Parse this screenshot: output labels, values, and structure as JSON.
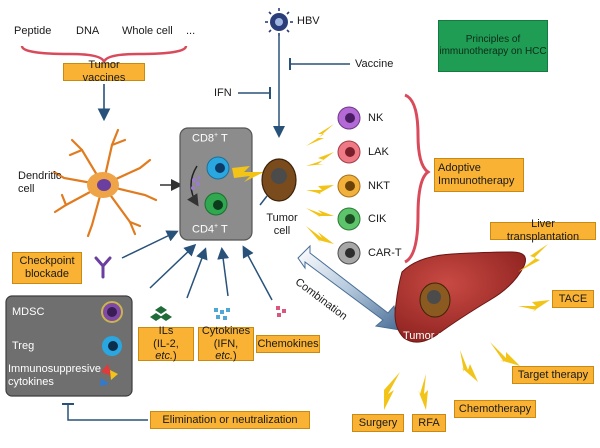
{
  "top_labels": {
    "peptide": "Peptide",
    "dna": "DNA",
    "whole_cell": "Whole cell",
    "ellipsis": "..."
  },
  "tumor_vaccines": "Tumor vaccines",
  "hbv": "HBV",
  "vaccine": "Vaccine",
  "ifn": "IFN",
  "title_box": "Principles of immunotherapy on HCC",
  "dendritic_cell": "Dendritic cell",
  "tcell": {
    "cd8_main": "CD8",
    "cd8_sup": "+",
    "cd8_tail": " T",
    "cd4_main": "CD4",
    "cd4_sup": "+",
    "cd4_tail": " T"
  },
  "tumor_cell_center": "Tumor cell",
  "adoptive_cells": [
    "NK",
    "LAK",
    "NKT",
    "CIK",
    "CAR-T"
  ],
  "adoptive_box": "Adoptive Immunotherapy",
  "checkpoint_box": "Checkpoint blockade",
  "suppressive": {
    "mdsc": "MDSC",
    "treg": "Treg",
    "cytokines": "Immunosuppresive cytokines"
  },
  "ils_box": {
    "line1": "ILs",
    "line2_a": "(IL-2, ",
    "line2_b": "etc.",
    "line2_c": ")"
  },
  "cytokines_box": {
    "line1": "Cytokines",
    "line2_a": "(IFN, ",
    "line2_b": "etc.",
    "line2_c": ")"
  },
  "chemokines_box": "Chemokines",
  "combination": "Combination",
  "liver_tumor_cell": "Tumor cell",
  "liver_treatments": {
    "liver_transplantation": "Liver transplantation",
    "tace": "TACE",
    "target_therapy": "Target therapy",
    "chemotherapy": "Chemotherapy",
    "surgery": "Surgery",
    "rfa": "RFA"
  },
  "elimination_box": "Elimination or neutralization",
  "colors": {
    "box_orange": "#f9b233",
    "title_green": "#1f9d55",
    "bracket_red": "#d94a5a",
    "liver": "#b5312e",
    "panel_gray": "#7b7b7b",
    "lightning_yellow": "#f2c418",
    "arrow_blue": "#28527a"
  }
}
